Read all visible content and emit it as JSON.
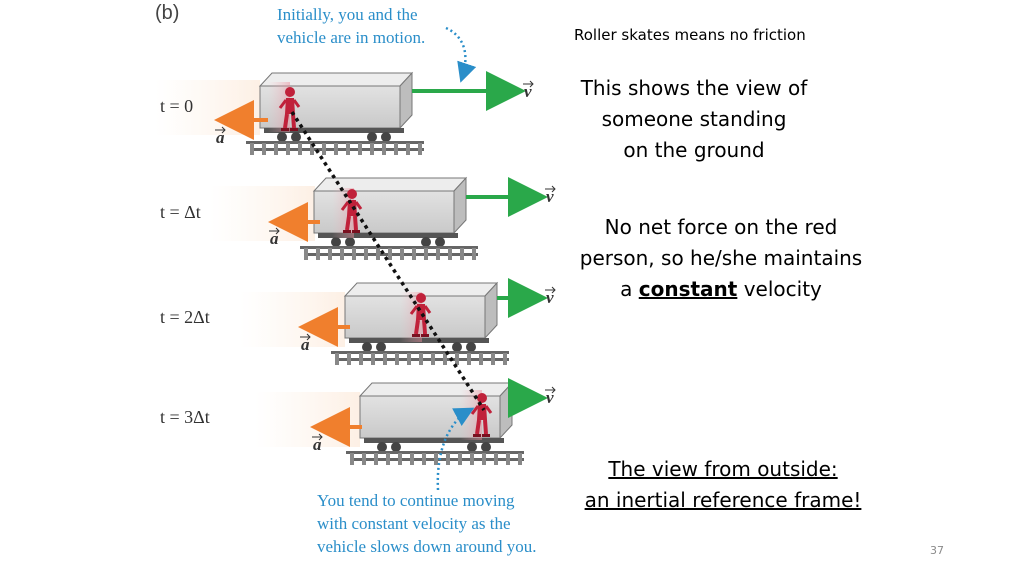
{
  "panel_label": "(b)",
  "caption_top": [
    "Initially, you and the",
    "vehicle are in motion."
  ],
  "caption_bottom": [
    "You tend to continue moving",
    "with constant velocity as the",
    "vehicle slows down around you."
  ],
  "time_labels": [
    "t = 0",
    "t = Δt",
    "t = 2Δt",
    "t = 3Δt"
  ],
  "velocity_label": "v",
  "accel_label": "a",
  "note_friction": "Roller skates means no friction",
  "view_text": [
    "This shows the view of",
    "someone standing",
    "on the ground"
  ],
  "force_text": {
    "line1": "No net force on the red",
    "line2": "person, so he/she maintains",
    "line3_pre": "a ",
    "line3_bold": "constant",
    "line3_post": " velocity"
  },
  "inertial_text": [
    "The view from outside:",
    "an inertial reference frame!"
  ],
  "slide_number": "37",
  "colors": {
    "velocity_arrow": "#2aa84a",
    "accel_arrow": "#f07f2d",
    "caption": "#2a8ec9",
    "person": "#c0213a"
  }
}
